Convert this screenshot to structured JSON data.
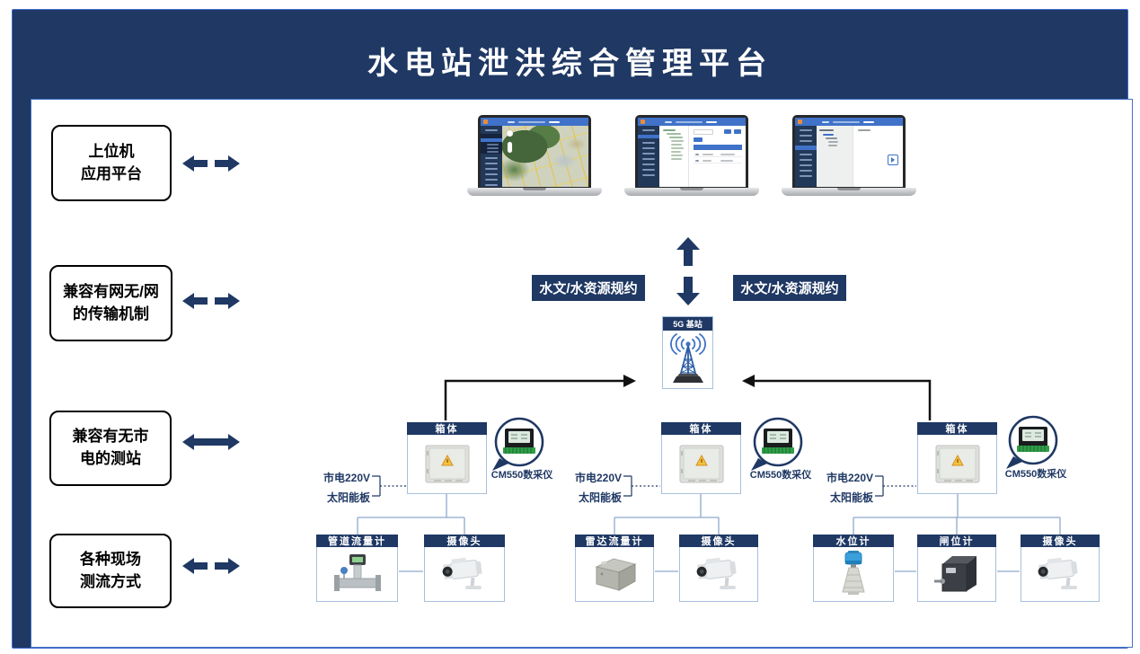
{
  "title": "水电站泄洪综合管理平台",
  "colors": {
    "frame_navy": "#1f3864",
    "accent_blue": "#4472c4",
    "connector_blue": "#8fa9cc",
    "screen_blue": "#3f72c8",
    "arrow_black": "#111111"
  },
  "left_boxes": [
    {
      "line1": "上位机",
      "line2": "应用平台"
    },
    {
      "line1": "兼容有网无/网",
      "line2": "的传输机制"
    },
    {
      "line1": "兼容有无市",
      "line2": "电的测站"
    },
    {
      "line1": "各种现场",
      "line2": "测流方式"
    }
  ],
  "protocols": {
    "left": "水文/水资源规约",
    "right": "水文/水资源规约"
  },
  "base_station": {
    "label": "5G 基站",
    "icon": "5g-tower-icon"
  },
  "laptops": [
    {
      "icon": "map-dashboard-screenshot"
    },
    {
      "icon": "device-table-screenshot"
    },
    {
      "icon": "config-tree-screenshot"
    }
  ],
  "stations": [
    {
      "cabinet_label": "箱体",
      "power_source_1": "市电220V",
      "power_source_2": "太阳能板",
      "logger_label": "CM550数采仪",
      "devices": [
        {
          "label": "管道流量计",
          "icon": "pipe-flowmeter-icon"
        },
        {
          "label": "摄像头",
          "icon": "camera-icon"
        }
      ]
    },
    {
      "cabinet_label": "箱体",
      "power_source_1": "市电220V",
      "power_source_2": "太阳能板",
      "logger_label": "CM550数采仪",
      "devices": [
        {
          "label": "雷达流量计",
          "icon": "radar-flowmeter-icon"
        },
        {
          "label": "摄像头",
          "icon": "camera-icon"
        }
      ]
    },
    {
      "cabinet_label": "箱体",
      "power_source_1": "市电220V",
      "power_source_2": "太阳能板",
      "logger_label": "CM550数采仪",
      "devices": [
        {
          "label": "水位计",
          "icon": "water-level-meter-icon"
        },
        {
          "label": "闸位计",
          "icon": "gate-position-meter-icon"
        },
        {
          "label": "摄像头",
          "icon": "camera-icon"
        }
      ]
    }
  ]
}
